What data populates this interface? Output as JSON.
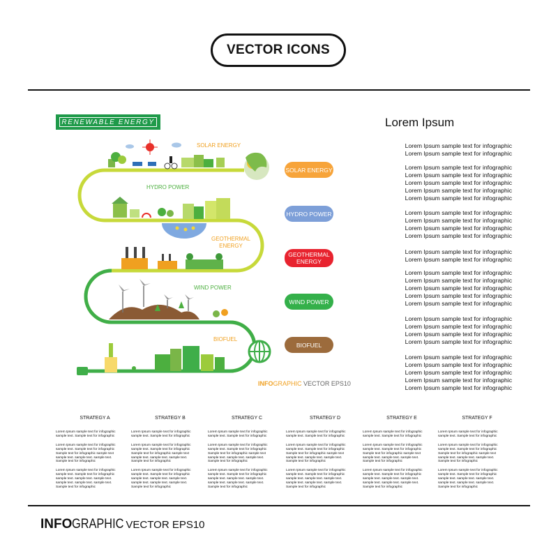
{
  "header": {
    "title": "VECTOR ICONS"
  },
  "banner": {
    "label": "RENEWABLE ENERGY"
  },
  "diagram": {
    "scene_labels": [
      {
        "text": "SOLAR ENERGY",
        "color": "#f0a020"
      },
      {
        "text": "HYDRO POWER",
        "color": "#4caf3f"
      },
      {
        "line1": "GEOTHERMAL",
        "line2": "ENERGY",
        "color": "#f0a020"
      },
      {
        "text": "WIND POWER",
        "color": "#4caf3f"
      },
      {
        "text": "BIOFUEL",
        "color": "#f0a020"
      }
    ],
    "infographic_small": {
      "bold": "INFO",
      "rest": "GRAPHIC",
      "version": "VECTOR EPS10"
    }
  },
  "pills": [
    {
      "label": "SOLAR ENERGY",
      "color": "#f7a43a"
    },
    {
      "label": "HYDRO POWER",
      "color": "#7d9fd8"
    },
    {
      "line1": "GEOTHERMAL",
      "line2": "ENERGY",
      "color": "#e8232f"
    },
    {
      "label": "WIND POWER",
      "color": "#34b04a"
    },
    {
      "label": "BIOFUEL",
      "color": "#9c6b3c"
    }
  ],
  "lorem": {
    "heading": "Lorem Ipsum",
    "line": "Lorem Ipsum sample text  for infographic",
    "line_short": "Lorem Ipsum sample text  for infographic"
  },
  "strategies": [
    {
      "title": "STRATEGY A"
    },
    {
      "title": "STRATEGY B"
    },
    {
      "title": "STRATEGY C"
    },
    {
      "title": "STRATEGY D"
    },
    {
      "title": "STRATEGY E"
    },
    {
      "title": "STRATEGY F"
    }
  ],
  "strategy_text": {
    "p1": [
      "Lorem Ipsum  sample text  for infographic",
      "sample text. Sample text  for infographic"
    ],
    "p2": [
      "Lorem Ipsum sample text  for infographic",
      "sample text. Sample text  for infographic",
      "Sample text  for infographic sample text",
      "sample text. sample text. sample text.",
      "Sample text  for infographic"
    ],
    "p3": [
      "Lorem Ipsum  sample text  for infographic",
      "sample text. Sample text  for infographic",
      "sample text. sample text. sample text.",
      "sample text. sample text. sample text.",
      "Sample text  for infographic"
    ]
  },
  "footer": {
    "bold": "INFO",
    "rest": "GRAPHIC",
    "version": "VECTOR EPS10"
  }
}
